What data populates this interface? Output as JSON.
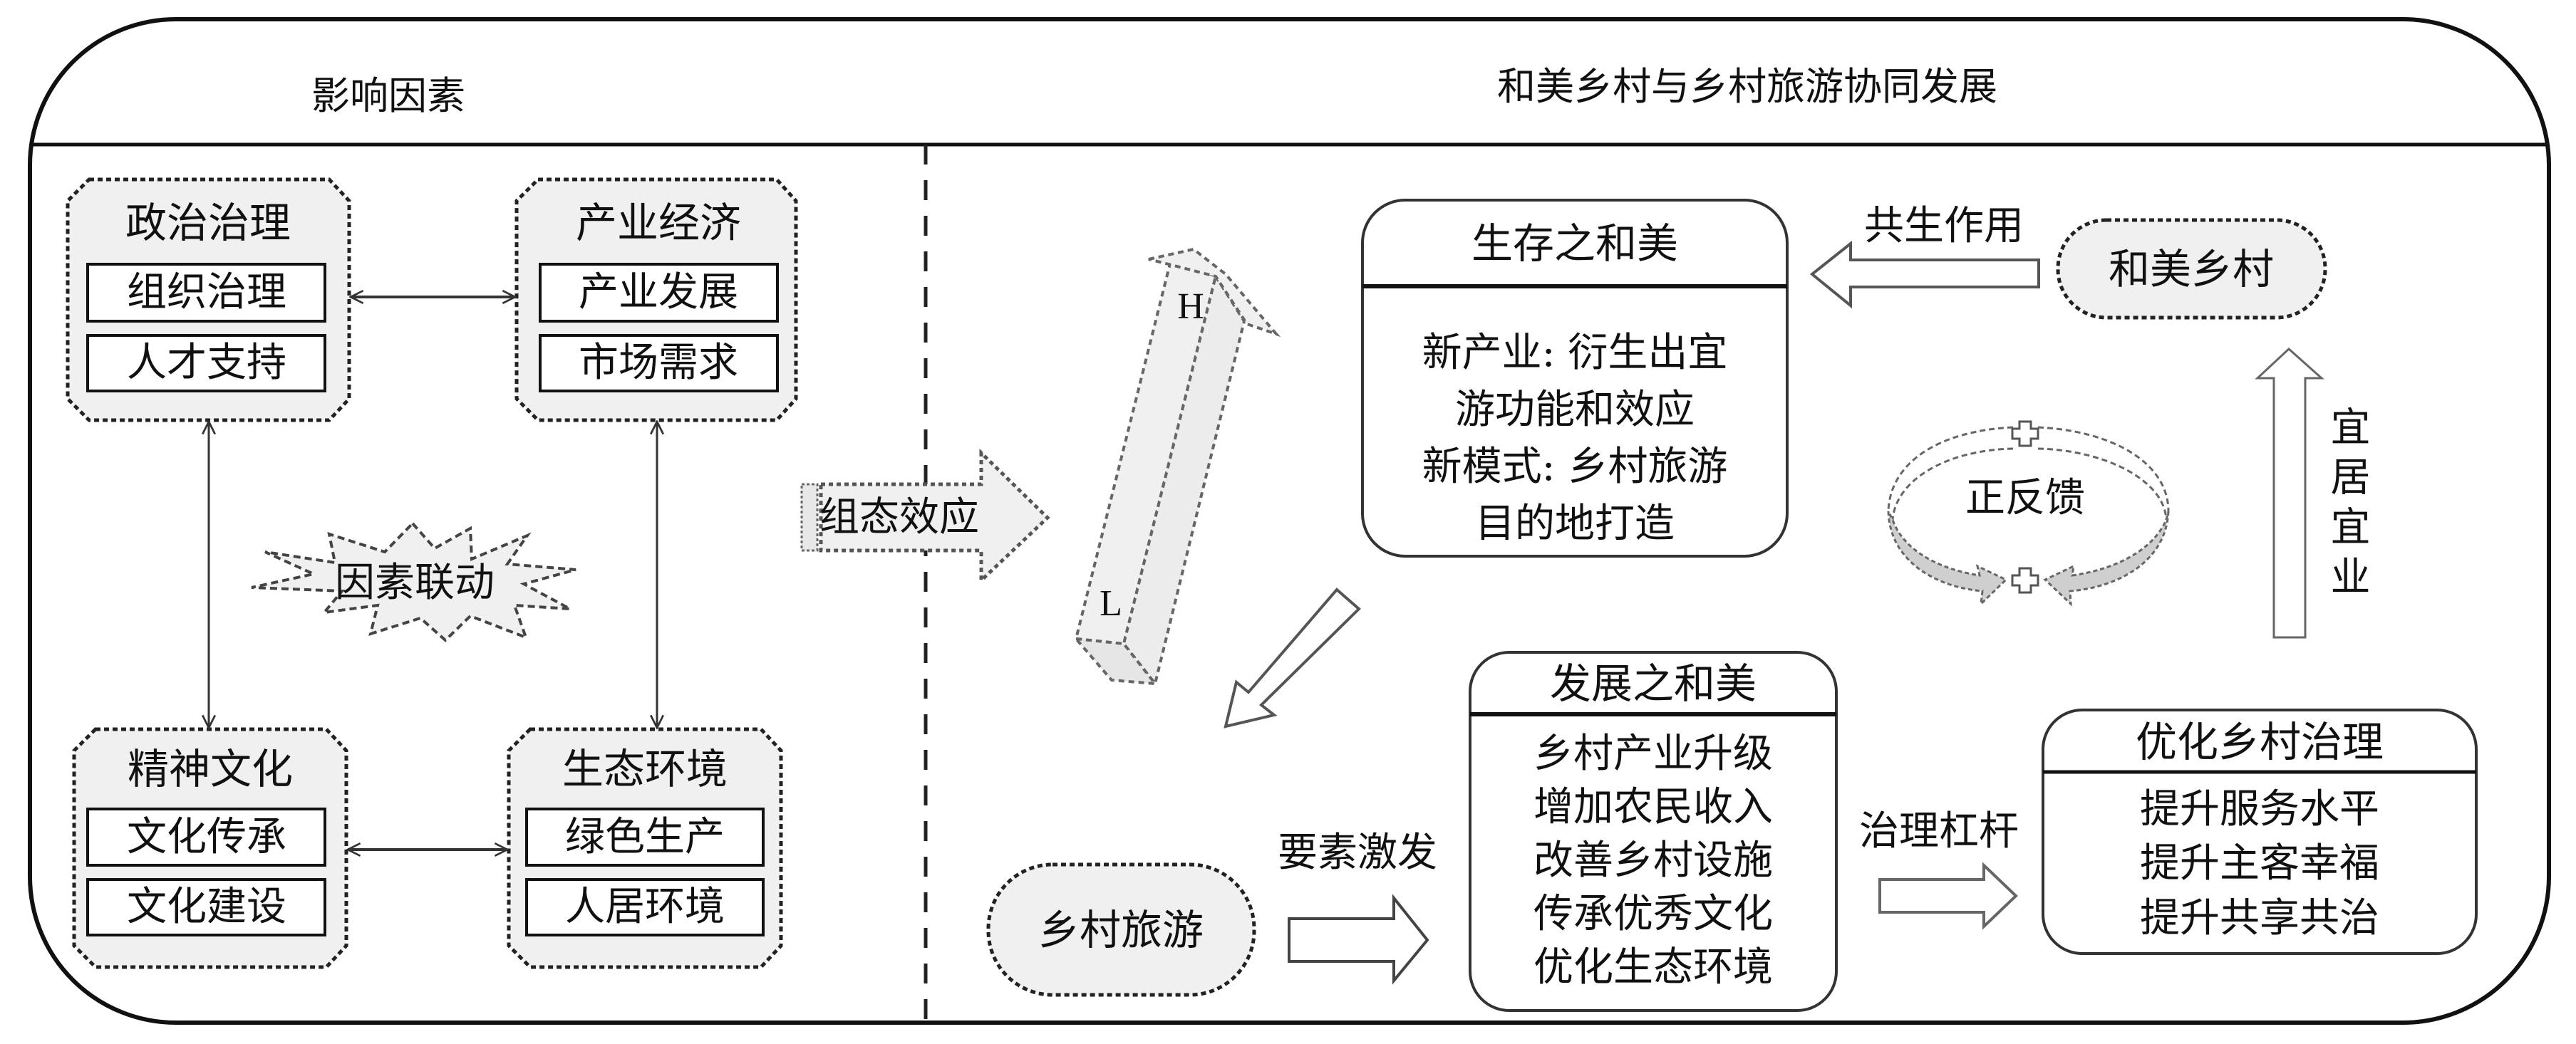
{
  "sections": {
    "left_title": "影响因素",
    "right_title": "和美乡村与乡村旅游协同发展"
  },
  "factors": [
    {
      "title": "政治治理",
      "items": [
        "组织治理",
        "人才支持"
      ]
    },
    {
      "title": "产业经济",
      "items": [
        "产业发展",
        "市场需求"
      ]
    },
    {
      "title": "精神文化",
      "items": [
        "文化传承",
        "文化建设"
      ]
    },
    {
      "title": "生态环境",
      "items": [
        "绿色生产",
        "人居环境"
      ]
    }
  ],
  "linkage_label": "因素联动",
  "config_effect_label": "组态效应",
  "level_bar": {
    "high": "H",
    "low": "L"
  },
  "survival": {
    "title": "生存之和美",
    "lines": [
      "新产业: 衍生出宜",
      "游功能和效应",
      "新模式: 乡村旅游",
      "目的地打造"
    ]
  },
  "symbiosis_label": "共生作用",
  "harmonious_village": "和美乡村",
  "feedback": {
    "label": "正反馈",
    "sign_top": "+",
    "sign_bottom": "+"
  },
  "livable_label": "宜居宜业",
  "rural_tourism": "乡村旅游",
  "factor_activation_label": "要素激发",
  "development": {
    "title": "发展之和美",
    "lines": [
      "乡村产业升级",
      "增加农民收入",
      "改善乡村设施",
      "传承优秀文化",
      "优化生态环境"
    ]
  },
  "governance_lever_label": "治理杠杆",
  "governance": {
    "title": "优化乡村治理",
    "lines": [
      "提升服务水平",
      "提升主客幸福",
      "提升共享共治"
    ]
  },
  "colors": {
    "stroke": "#111111",
    "light_fill": "#f0f0f0",
    "arrow_fill": "#c8c8c8",
    "mid_stroke": "#555555"
  }
}
